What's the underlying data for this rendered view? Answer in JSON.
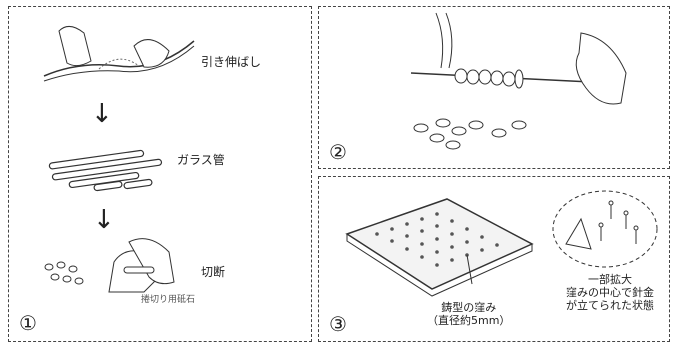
{
  "panel1": {
    "number": "①",
    "steps": [
      "引き伸ばし",
      "ガラス管",
      "切断"
    ],
    "tool_label": "捲切り用砥石"
  },
  "panel2": {
    "number": "②"
  },
  "panel3": {
    "number": "③",
    "mold_label": "鋳型の窪み",
    "mold_size": "（直径約5mm）",
    "zoom_title": "一部拡大",
    "zoom_line1": "窪みの中心で針金",
    "zoom_line2": "が立てられた状態"
  },
  "arrow_glyph": "↓"
}
